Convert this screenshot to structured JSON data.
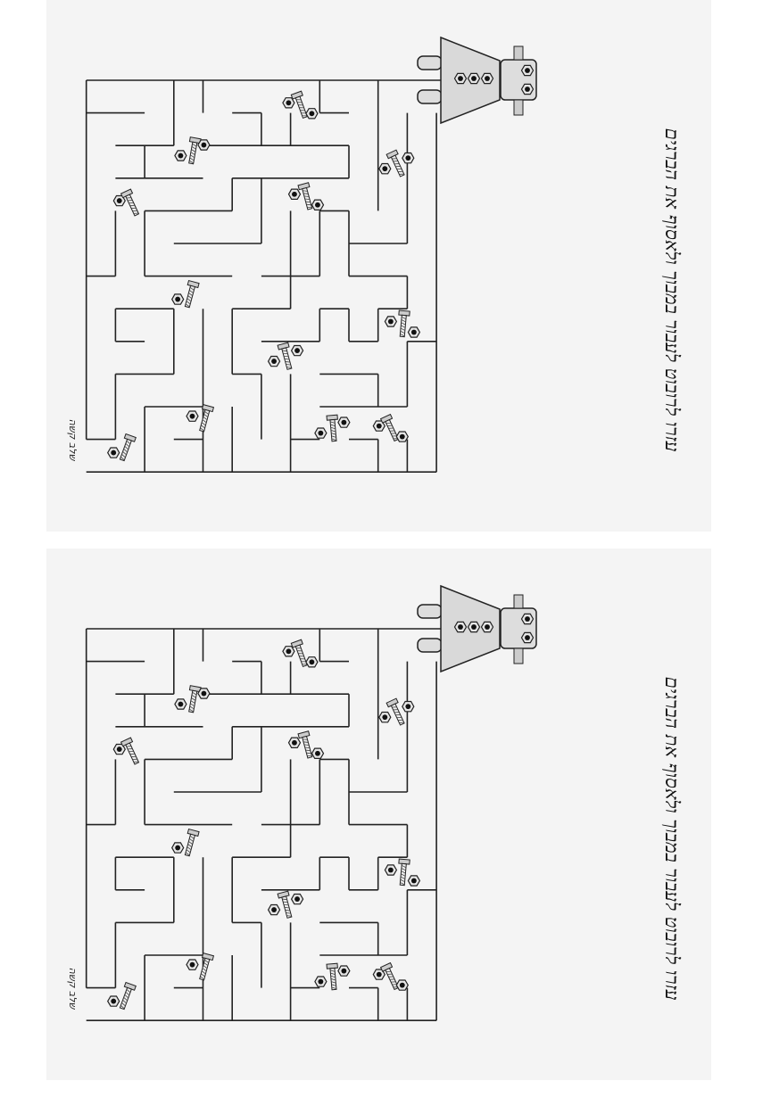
{
  "worksheet": {
    "instruction": "עזרו לרובוט לעבור במבוך ולאסוף את הברגים",
    "name_label": "שלב קשה",
    "copies": 2
  },
  "icons": [
    "robot-icon",
    "bolt-icon",
    "hex-nut-icon",
    "maze"
  ],
  "colors": {
    "wall": "#222222",
    "robot_fill": "#d9d9d9",
    "panel_bg": "#f4f4f4"
  }
}
